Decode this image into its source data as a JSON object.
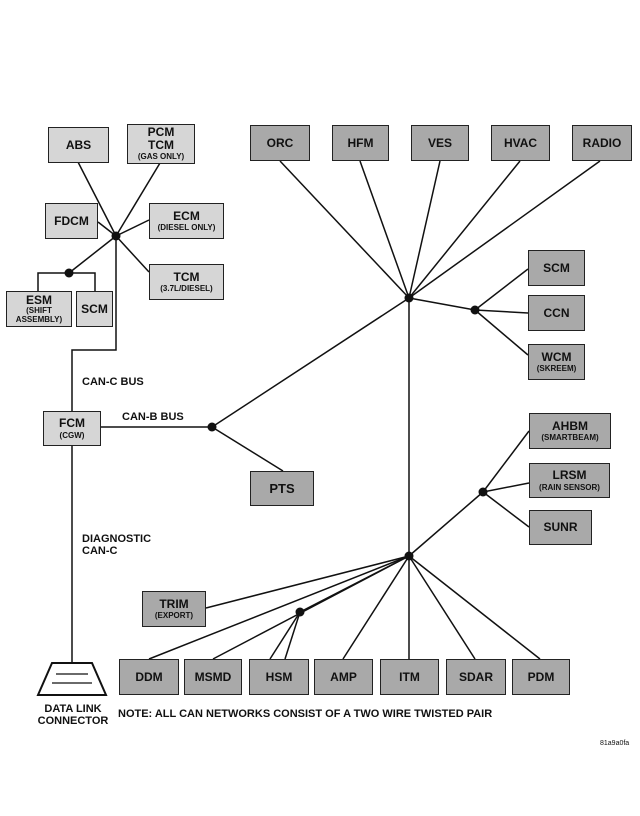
{
  "modules": {
    "abs": {
      "name": "ABS"
    },
    "pcm": {
      "line1": "PCM",
      "line2": "TCM",
      "sub": "(GAS ONLY)"
    },
    "fdcm": {
      "name": "FDCM"
    },
    "ecm": {
      "name": "ECM",
      "sub": "(DIESEL ONLY)"
    },
    "tcm": {
      "name": "TCM",
      "sub": "(3.7L/DIESEL)"
    },
    "esm": {
      "name": "ESM",
      "sub1": "(SHIFT",
      "sub2": "ASSEMBLY)"
    },
    "scm_left": {
      "name": "SCM"
    },
    "fcm": {
      "name": "FCM",
      "sub": "(CGW)"
    },
    "orc": {
      "name": "ORC"
    },
    "hfm": {
      "name": "HFM"
    },
    "ves": {
      "name": "VES"
    },
    "hvac": {
      "name": "HVAC"
    },
    "radio": {
      "name": "RADIO"
    },
    "scm_right": {
      "name": "SCM"
    },
    "ccn": {
      "name": "CCN"
    },
    "wcm": {
      "name": "WCM",
      "sub": "(SKREEM)"
    },
    "pts": {
      "name": "PTS"
    },
    "ahbm": {
      "name": "AHBM",
      "sub": "(SMARTBEAM)"
    },
    "lrsm": {
      "name": "LRSM",
      "sub": "(RAIN SENSOR)"
    },
    "sunr": {
      "name": "SUNR"
    },
    "trim": {
      "name": "TRIM",
      "sub": "(EXPORT)"
    },
    "ddm": {
      "name": "DDM"
    },
    "msmd": {
      "name": "MSMD"
    },
    "hsm": {
      "name": "HSM"
    },
    "amp": {
      "name": "AMP"
    },
    "itm": {
      "name": "ITM"
    },
    "sdar": {
      "name": "SDAR"
    },
    "pdm": {
      "name": "PDM"
    }
  },
  "labels": {
    "can_c_bus": "CAN-C BUS",
    "can_b_bus": "CAN-B BUS",
    "diagnostic_line1": "DIAGNOSTIC",
    "diagnostic_line2": "CAN-C",
    "connector_line1": "DATA LINK",
    "connector_line2": "CONNECTOR",
    "note": "NOTE: ALL CAN NETWORKS CONSIST OF A TWO WIRE TWISTED PAIR",
    "figure_code": "81a9a0fa"
  },
  "colors": {
    "can_c_module_fill": "#d6d6d6",
    "can_b_module_fill": "#a9a9a9",
    "wire": "#111111"
  }
}
